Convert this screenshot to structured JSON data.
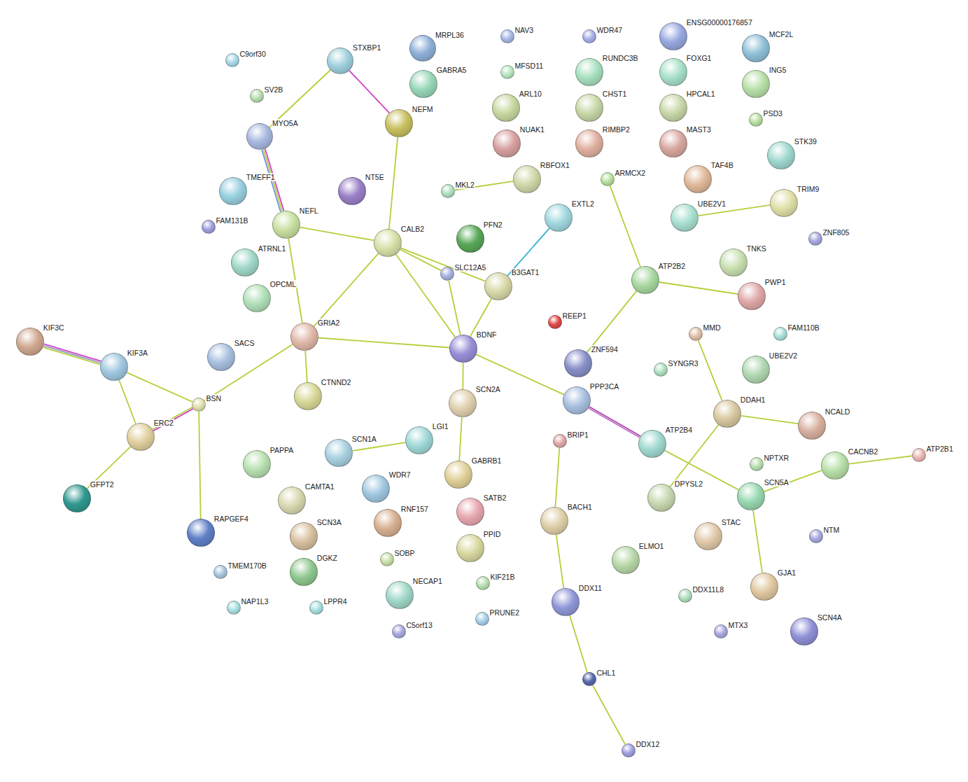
{
  "diagram": {
    "nodes": [
      {
        "text": [
          "C9orf30"
        ]
      },
      {
        "text": [
          "SV2B"
        ]
      },
      {
        "text": [
          "STXBP1"
        ]
      },
      {
        "text": [
          "MRPL36"
        ]
      },
      {
        "text": [
          "NAV3"
        ]
      },
      {
        "text": [
          "WDR47"
        ]
      },
      {
        "text": [
          "ENSG00000176857"
        ]
      },
      {
        "text": [
          "MCF2L"
        ]
      },
      {
        "text": [
          "GABRA5"
        ]
      },
      {
        "text": [
          "MFSD11"
        ]
      },
      {
        "text": [
          "RUNDC3B"
        ]
      },
      {
        "text": [
          "FOXG1"
        ]
      },
      {
        "text": [
          "ING5"
        ]
      },
      {
        "text": [
          "PSD3"
        ]
      },
      {
        "text": [
          "ARL10"
        ]
      },
      {
        "text": [
          "CHST1"
        ]
      },
      {
        "text": [
          "HPCAL1"
        ]
      },
      {
        "text": [
          "NEFM"
        ]
      },
      {
        "text": [
          "MYO5A"
        ]
      },
      {
        "text": [
          "NUAK1"
        ]
      },
      {
        "text": [
          "RIMBP2"
        ]
      },
      {
        "text": [
          "MAST3"
        ]
      },
      {
        "text": [
          "STK39"
        ]
      },
      {
        "text": [
          "TAF4B"
        ]
      },
      {
        "text": [
          "RBFOX1"
        ]
      },
      {
        "text": [
          "MKL2"
        ]
      },
      {
        "text": [
          "ARMCX2"
        ]
      },
      {
        "text": [
          "TRIM9"
        ]
      },
      {
        "text": [
          "TMEFF1"
        ]
      },
      {
        "text": [
          "NT5E"
        ]
      },
      {
        "text": [
          "FAM131B"
        ]
      },
      {
        "text": [
          "NEFL"
        ]
      },
      {
        "text": [
          "EXTL2"
        ]
      },
      {
        "text": [
          "UBE2V1"
        ]
      },
      {
        "text": [
          "PFN2"
        ]
      },
      {
        "text": [
          "ZNF805"
        ]
      },
      {
        "text": [
          "CALB2"
        ]
      },
      {
        "text": [
          "TNKS"
        ]
      },
      {
        "text": [
          "ATRNL1"
        ]
      },
      {
        "text": [
          "SLC12A5"
        ]
      },
      {
        "text": [
          "B3GAT1"
        ]
      },
      {
        "text": [
          "ATP2B2"
        ]
      },
      {
        "text": [
          "PWP1"
        ]
      },
      {
        "text": [
          "OPCML"
        ]
      },
      {
        "text": [
          "REEP1"
        ]
      },
      {
        "text": [
          "GRIA2"
        ]
      },
      {
        "text": [
          "MMD"
        ]
      },
      {
        "text": [
          "FAM110B"
        ]
      },
      {
        "text": [
          "KIF3C"
        ]
      },
      {
        "text": [
          "BDNF"
        ]
      },
      {
        "text": [
          "KIF3A"
        ]
      },
      {
        "text": [
          "SACS"
        ]
      },
      {
        "text": [
          "ZNF594"
        ]
      },
      {
        "text": [
          "SYNGR3"
        ]
      },
      {
        "text": [
          "UBE2V2"
        ]
      },
      {
        "text": [
          "CTNND2"
        ]
      },
      {
        "text": [
          "BSN"
        ]
      },
      {
        "text": [
          "SCN2A"
        ]
      },
      {
        "text": [
          "PPP3CA"
        ]
      },
      {
        "text": [
          "DDAH1"
        ]
      },
      {
        "text": [
          "NCALD"
        ]
      },
      {
        "text": [
          "ERC2"
        ]
      },
      {
        "text": [
          "BRIP1"
        ]
      },
      {
        "text": [
          "ATP2B4"
        ]
      },
      {
        "text": [
          "SCN1A"
        ]
      },
      {
        "text": [
          "LGI1"
        ]
      },
      {
        "text": [
          "PAPPA"
        ]
      },
      {
        "text": [
          "NPTXR"
        ]
      },
      {
        "text": [
          "CACNB2"
        ]
      },
      {
        "text": [
          "ATP2B1"
        ]
      },
      {
        "text": [
          "GABRB1"
        ]
      },
      {
        "text": [
          "WDR7"
        ]
      },
      {
        "text": [
          "CAMTA1"
        ]
      },
      {
        "text": [
          "DPYSL2"
        ]
      },
      {
        "text": [
          "SCN5A"
        ]
      },
      {
        "text": [
          "GFPT2"
        ]
      },
      {
        "text": [
          "BACH1"
        ]
      },
      {
        "text": [
          "SATB2"
        ]
      },
      {
        "text": [
          "RNF157"
        ]
      },
      {
        "text": [
          "SCN3A"
        ]
      },
      {
        "text": [
          "STAC"
        ]
      },
      {
        "text": [
          "RAPGEF4"
        ]
      },
      {
        "text": [
          "PPID"
        ]
      },
      {
        "text": [
          "SOBP"
        ]
      },
      {
        "text": [
          "DGKZ"
        ]
      },
      {
        "text": [
          "ELMO1"
        ]
      },
      {
        "text": [
          "TMEM170B"
        ]
      },
      {
        "text": [
          "NTM"
        ]
      },
      {
        "text": [
          "KIF21B"
        ]
      },
      {
        "text": [
          "GJA1"
        ]
      },
      {
        "text": [
          "NECAP1"
        ]
      },
      {
        "text": [
          "DDX11L8"
        ]
      },
      {
        "text": [
          "DDX11"
        ]
      },
      {
        "text": [
          "NAP1L3"
        ]
      },
      {
        "text": [
          "LPPR4"
        ]
      },
      {
        "text": [
          "PRUNE2"
        ]
      },
      {
        "text": [
          "C5orf13"
        ]
      },
      {
        "text": [
          "MTX3"
        ]
      },
      {
        "text": [
          "SCN4A"
        ]
      },
      {
        "text": [
          "CHL1"
        ]
      },
      {
        "text": [
          "DDX12"
        ]
      }
    ],
    "edges": [
      {
        "from": 2,
        "to": 18,
        "arrow": "none"
      },
      {
        "from": 2,
        "to": 17,
        "arrow": "none"
      },
      {
        "from": 18,
        "to": 31,
        "arrow": "none"
      },
      {
        "from": 17,
        "to": 36,
        "arrow": "none"
      },
      {
        "from": 31,
        "to": 36,
        "arrow": "none"
      },
      {
        "from": 31,
        "to": 45,
        "arrow": "none"
      },
      {
        "from": 36,
        "to": 45,
        "arrow": "none"
      },
      {
        "from": 36,
        "to": 49,
        "arrow": "none"
      },
      {
        "from": 36,
        "to": 40,
        "arrow": "none"
      },
      {
        "from": 36,
        "to": 39,
        "arrow": "none"
      },
      {
        "from": 39,
        "to": 49,
        "arrow": "none"
      },
      {
        "from": 40,
        "to": 32,
        "arrow": "none"
      },
      {
        "from": 40,
        "to": 49,
        "arrow": "none"
      },
      {
        "from": 25,
        "to": 24,
        "arrow": "none"
      },
      {
        "from": 45,
        "to": 49,
        "arrow": "none"
      },
      {
        "from": 45,
        "to": 55,
        "arrow": "none"
      },
      {
        "from": 45,
        "to": 56,
        "arrow": "none"
      },
      {
        "from": 49,
        "to": 57,
        "arrow": "none"
      },
      {
        "from": 49,
        "to": 58,
        "arrow": "none"
      },
      {
        "from": 57,
        "to": 70,
        "arrow": "none"
      },
      {
        "from": 64,
        "to": 65,
        "arrow": "none"
      },
      {
        "from": 48,
        "to": 50,
        "arrow": "none"
      },
      {
        "from": 50,
        "to": 56,
        "arrow": "none"
      },
      {
        "from": 50,
        "to": 61,
        "arrow": "none"
      },
      {
        "from": 56,
        "to": 61,
        "arrow": "none"
      },
      {
        "from": 56,
        "to": 81,
        "arrow": "none"
      },
      {
        "from": 61,
        "to": 75,
        "arrow": "none"
      },
      {
        "from": 26,
        "to": 41,
        "arrow": "none"
      },
      {
        "from": 41,
        "to": 42,
        "arrow": "none"
      },
      {
        "from": 41,
        "to": 52,
        "arrow": "none"
      },
      {
        "from": 33,
        "to": 27,
        "arrow": "none"
      },
      {
        "from": 58,
        "to": 63,
        "arrow": "none"
      },
      {
        "from": 63,
        "to": 74,
        "arrow": "none"
      },
      {
        "from": 46,
        "to": 59,
        "arrow": "none"
      },
      {
        "from": 59,
        "to": 60,
        "arrow": "none"
      },
      {
        "from": 59,
        "to": 73,
        "arrow": "none"
      },
      {
        "from": 74,
        "to": 68,
        "arrow": "none"
      },
      {
        "from": 68,
        "to": 69,
        "arrow": "none"
      },
      {
        "from": 74,
        "to": 89,
        "arrow": "none"
      },
      {
        "from": 62,
        "to": 76,
        "arrow": "none"
      },
      {
        "from": 76,
        "to": 92,
        "arrow": "none"
      },
      {
        "from": 92,
        "to": 99,
        "arrow": "none"
      },
      {
        "from": 99,
        "to": 100,
        "arrow": "none"
      }
    ]
  }
}
